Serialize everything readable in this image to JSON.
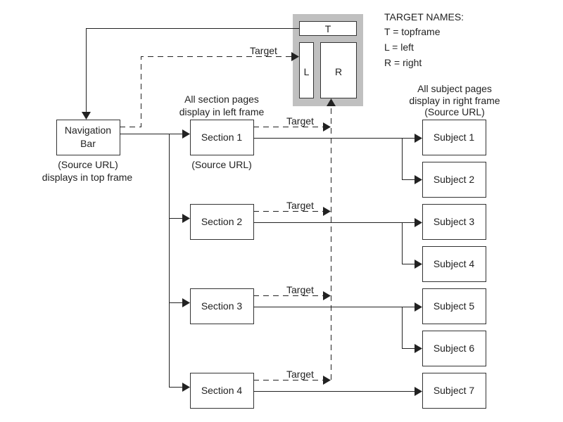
{
  "legend": {
    "title": "TARGET NAMES:",
    "items": [
      "T = topframe",
      "L = left",
      "R = right"
    ]
  },
  "frames": {
    "top": "T",
    "left": "L",
    "right": "R"
  },
  "navigation": {
    "label_line1": "Navigation",
    "label_line2": "Bar",
    "note_line1": "(Source URL)",
    "note_line2": "displays in top frame"
  },
  "section_note": {
    "line1": "All section pages",
    "line2": "display in left frame"
  },
  "section1_note": "(Source URL)",
  "subject_note": {
    "line1": "All subject pages",
    "line2": "display in right frame",
    "line3": "(Source URL)"
  },
  "target_label": "Target",
  "sections": [
    "Section 1",
    "Section 2",
    "Section 3",
    "Section 4"
  ],
  "subjects": [
    "Subject 1",
    "Subject 2",
    "Subject 3",
    "Subject 4",
    "Subject 5",
    "Subject 6",
    "Subject 7"
  ],
  "links": [
    {
      "section": 0,
      "subjects": [
        0,
        1
      ]
    },
    {
      "section": 1,
      "subjects": [
        2,
        3
      ]
    },
    {
      "section": 2,
      "subjects": [
        4,
        5
      ]
    },
    {
      "section": 3,
      "subjects": [
        6
      ]
    }
  ]
}
